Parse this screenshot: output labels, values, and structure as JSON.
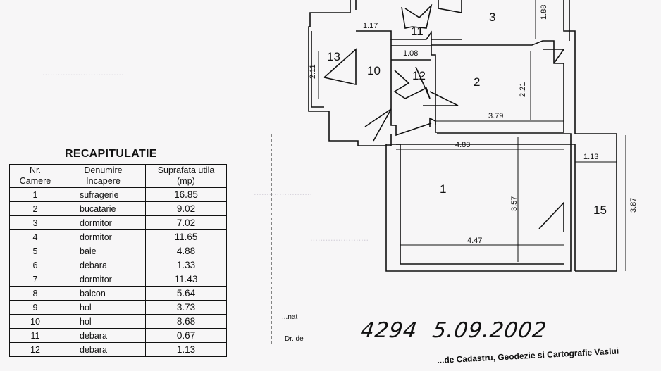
{
  "recap": {
    "title": "RECAPITULATIE",
    "headers": [
      "Nr.\nCamere",
      "Denumire\nIncapere",
      "Suprafata utila\n(mp)"
    ],
    "rows": [
      {
        "nr": "1",
        "name": "sufragerie",
        "area": "16.85"
      },
      {
        "nr": "2",
        "name": "bucatarie",
        "area": "9.02"
      },
      {
        "nr": "3",
        "name": "dormitor",
        "area": "7.02"
      },
      {
        "nr": "4",
        "name": "dormitor",
        "area": "11.65"
      },
      {
        "nr": "5",
        "name": "baie",
        "area": "4.88"
      },
      {
        "nr": "6",
        "name": "debara",
        "area": "1.33"
      },
      {
        "nr": "7",
        "name": "dormitor",
        "area": "11.43"
      },
      {
        "nr": "8",
        "name": "balcon",
        "area": "5.64"
      },
      {
        "nr": "9",
        "name": "hol",
        "area": "3.73"
      },
      {
        "nr": "10",
        "name": "hol",
        "area": "8.68"
      },
      {
        "nr": "11",
        "name": "debara",
        "area": "0.67"
      },
      {
        "nr": "12",
        "name": "debara",
        "area": "1.13"
      }
    ]
  },
  "plan": {
    "rooms": [
      "1",
      "2",
      "3",
      "10",
      "11",
      "12",
      "13",
      "15"
    ],
    "dimensions": [
      "1.17",
      "1.08",
      "1.88",
      "2.11",
      "2.21",
      "3.79",
      "4.83",
      "1.13",
      "3.57",
      "3.87",
      "4.47"
    ]
  },
  "handwriting": {
    "number": "4294",
    "date": "5.09.2002"
  },
  "stamp": "...de Cadastru, Geodezie si Cartografie Vaslui",
  "stamp_label": "Dr. de",
  "stamp_label2": "...nat"
}
